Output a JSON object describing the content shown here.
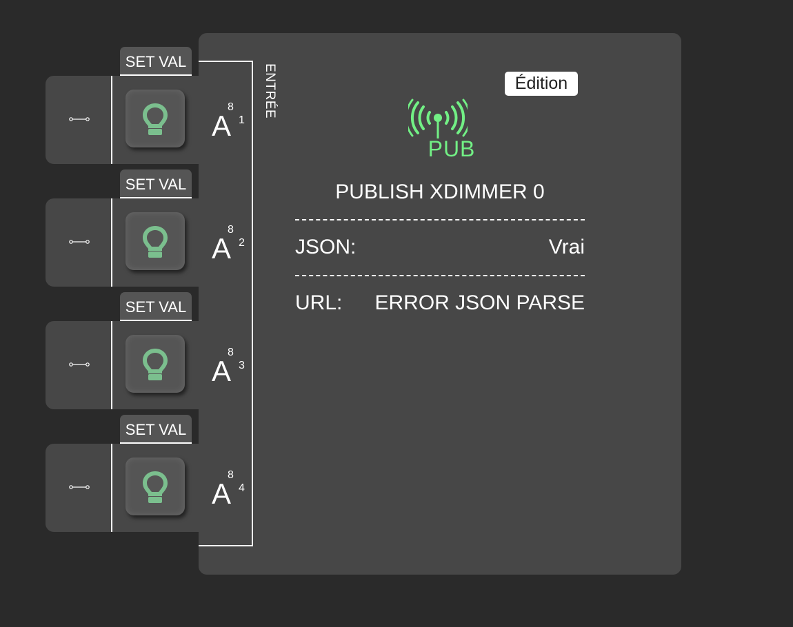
{
  "entree_label": "ENTRÉE",
  "edition_label": "Édition",
  "module": {
    "badge": "PUB",
    "title": "PUBLISH XDIMMER 0",
    "rows": [
      {
        "label": "JSON:",
        "value": "Vrai"
      },
      {
        "label": "URL:",
        "value": "ERROR JSON PARSE"
      }
    ]
  },
  "inputs": [
    {
      "set_val": "SET VAL",
      "letter": "A",
      "bits": "8",
      "index": "1"
    },
    {
      "set_val": "SET VAL",
      "letter": "A",
      "bits": "8",
      "index": "2"
    },
    {
      "set_val": "SET VAL",
      "letter": "A",
      "bits": "8",
      "index": "3"
    },
    {
      "set_val": "SET VAL",
      "letter": "A",
      "bits": "8",
      "index": "4"
    }
  ],
  "colors": {
    "background": "#2a2a2a",
    "panel": "#474747",
    "accent_green": "#72f085",
    "bulb_green": "#7bbf8e"
  },
  "icons": {
    "pub": "broadcast-antenna-icon",
    "bulb": "lightbulb-icon",
    "link": "link-connector-icon"
  }
}
